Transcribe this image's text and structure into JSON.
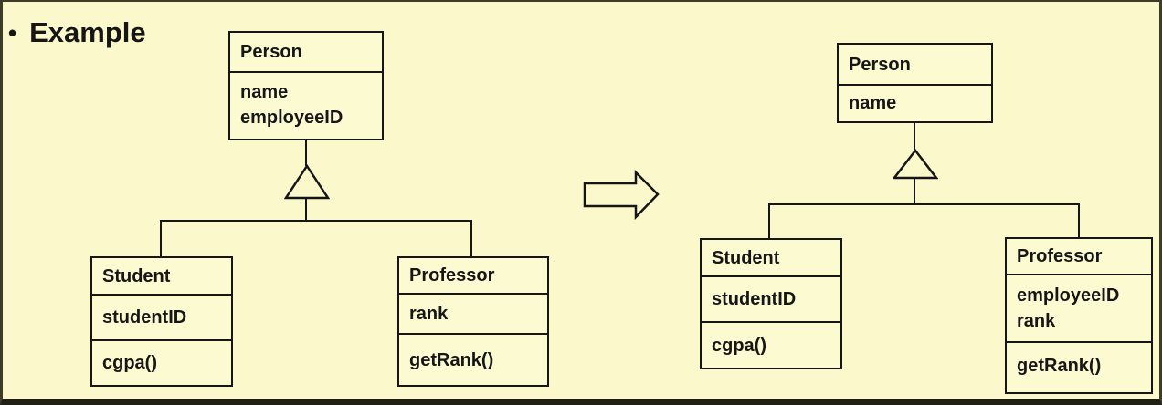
{
  "slide": {
    "bullet_glyph": "•",
    "title": "Example"
  },
  "colors": {
    "background": "#FBF9CB",
    "box_fill": "#FCFAD1",
    "line": "#161616",
    "frame_border": "#3C3C28",
    "bottom_bar": "#202014"
  },
  "icons": {
    "transform_arrow": "block-arrow-right-icon",
    "inheritance": "inheritance-triangle-icon"
  },
  "left_diagram": {
    "person": {
      "title": "Person",
      "attributes": [
        "name",
        "employeeID"
      ],
      "methods": []
    },
    "student": {
      "title": "Student",
      "attributes": [
        "studentID"
      ],
      "methods": [
        "cgpa()"
      ]
    },
    "professor": {
      "title": "Professor",
      "attributes": [
        "rank"
      ],
      "methods": [
        "getRank()"
      ]
    }
  },
  "right_diagram": {
    "person": {
      "title": "Person",
      "attributes": [
        "name"
      ],
      "methods": []
    },
    "student": {
      "title": "Student",
      "attributes": [
        "studentID"
      ],
      "methods": [
        "cgpa()"
      ]
    },
    "professor": {
      "title": "Professor",
      "attributes": [
        "employeeID",
        "rank"
      ],
      "methods": [
        "getRank()"
      ]
    }
  }
}
